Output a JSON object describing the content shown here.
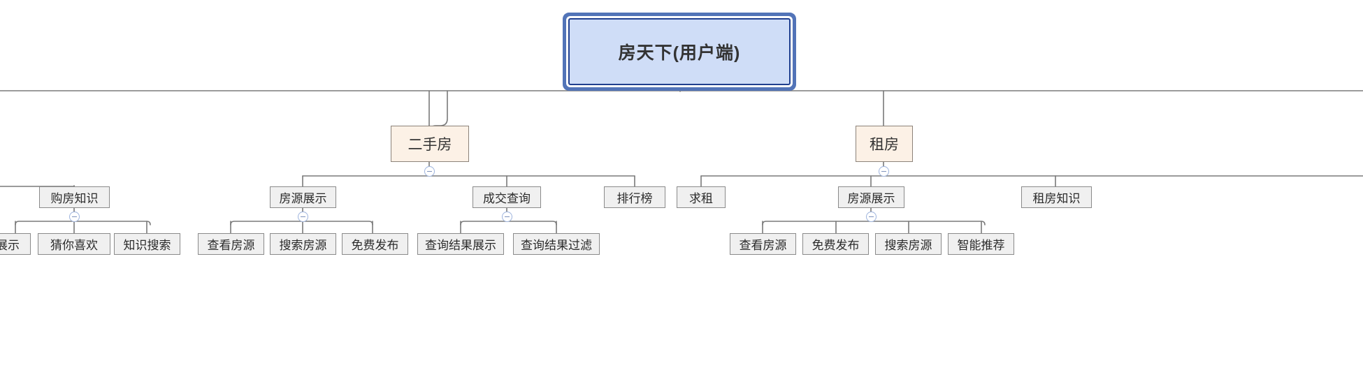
{
  "diagram": {
    "title": "房天下(用户端)",
    "type": "mindmap-tree",
    "colors": {
      "root_fill": "#cfddf7",
      "root_border": "#1f3f8f",
      "root_outer_border": "#5274b8",
      "level2_fill": "#fcf1e6",
      "level2_border": "#8c837a",
      "level3_fill": "#f0f0f0",
      "level3_border": "#8a8a8a",
      "connector": "#7a7a7a",
      "toggle_border": "#9db3dd",
      "background": "#ffffff"
    },
    "toggle_symbol": "minus"
  },
  "root": {
    "label": "房天下(用户端)"
  },
  "branches": [
    {
      "label": "二手房",
      "children": [
        {
          "label": "房源展示",
          "children": [
            {
              "label": "查看房源"
            },
            {
              "label": "搜索房源"
            },
            {
              "label": "免费发布"
            }
          ]
        },
        {
          "label": "成交查询",
          "children": [
            {
              "label": "查询结果展示"
            },
            {
              "label": "查询结果过滤"
            }
          ]
        },
        {
          "label": "排行榜",
          "children": []
        }
      ]
    },
    {
      "label": "租房",
      "children": [
        {
          "label": "求租",
          "children": []
        },
        {
          "label": "房源展示",
          "children": [
            {
              "label": "查看房源"
            },
            {
              "label": "免费发布"
            },
            {
              "label": "搜索房源"
            },
            {
              "label": "智能推荐"
            }
          ]
        },
        {
          "label": "租房知识",
          "children": []
        }
      ]
    }
  ],
  "clipped_left": {
    "note": "partially visible branch at left edge",
    "level3": [
      {
        "label": "购房知识"
      }
    ],
    "level4": [
      {
        "label": "展示"
      },
      {
        "label": "猜你喜欢"
      },
      {
        "label": "知识搜索"
      }
    ]
  },
  "clipped_right": {
    "note": "partially visible node at right edge",
    "level3": [
      {
        "label": "租房知识"
      }
    ]
  }
}
